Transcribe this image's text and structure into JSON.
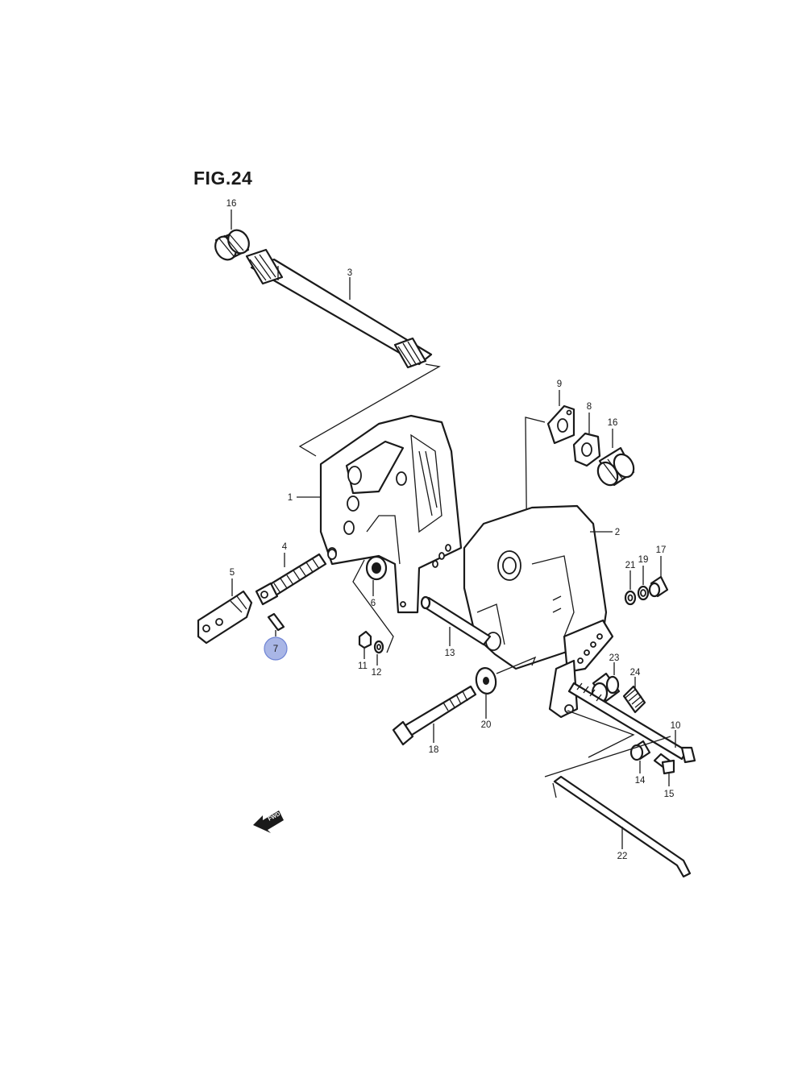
{
  "figure": {
    "title": "FIG.24"
  },
  "callouts": [
    {
      "id": "16a",
      "text": "16"
    },
    {
      "id": "3",
      "text": "3"
    },
    {
      "id": "9",
      "text": "9"
    },
    {
      "id": "8",
      "text": "8"
    },
    {
      "id": "16b",
      "text": "16"
    },
    {
      "id": "1",
      "text": "1"
    },
    {
      "id": "2",
      "text": "2"
    },
    {
      "id": "4",
      "text": "4"
    },
    {
      "id": "5",
      "text": "5"
    },
    {
      "id": "6",
      "text": "6"
    },
    {
      "id": "7",
      "text": "7",
      "highlighted": true
    },
    {
      "id": "11",
      "text": "11"
    },
    {
      "id": "12",
      "text": "12"
    },
    {
      "id": "13",
      "text": "13"
    },
    {
      "id": "21",
      "text": "21"
    },
    {
      "id": "19",
      "text": "19"
    },
    {
      "id": "17",
      "text": "17"
    },
    {
      "id": "23",
      "text": "23"
    },
    {
      "id": "24",
      "text": "24"
    },
    {
      "id": "20",
      "text": "20"
    },
    {
      "id": "18",
      "text": "18"
    },
    {
      "id": "10",
      "text": "10"
    },
    {
      "id": "14",
      "text": "14"
    },
    {
      "id": "15",
      "text": "15"
    },
    {
      "id": "22",
      "text": "22"
    }
  ],
  "direction_arrow": {
    "text": "FWD",
    "icon": "fwd-arrow-icon"
  },
  "colors": {
    "line": "#1a1a1a",
    "highlight_fill": "#a9b6e6",
    "highlight_stroke": "#6f84d4",
    "background": "#ffffff"
  }
}
